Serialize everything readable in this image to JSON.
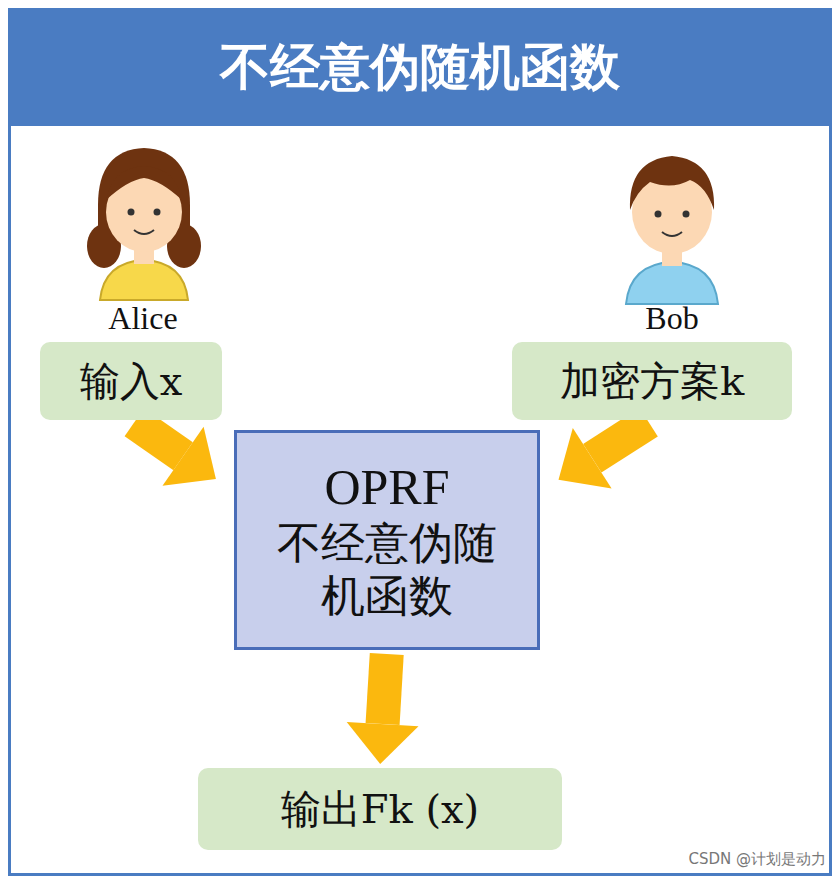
{
  "diagram": {
    "title": "不经意伪随机函数",
    "nodes": [
      {
        "text": [
          "输入x"
        ]
      },
      {
        "text": [
          "加密方案k"
        ]
      },
      {
        "text": [
          "OPRF",
          "不经意伪随 机函数"
        ]
      },
      {
        "text": [
          "输出Fk (x)"
        ]
      }
    ],
    "edges": [
      {
        "from": 0,
        "to": 2,
        "arrow": "to"
      },
      {
        "from": 1,
        "to": 2,
        "arrow": "to"
      },
      {
        "from": 2,
        "to": 3,
        "arrow": "to"
      }
    ],
    "labels": [
      "Alice",
      "Bob",
      "CSDN @计划是动力"
    ]
  }
}
